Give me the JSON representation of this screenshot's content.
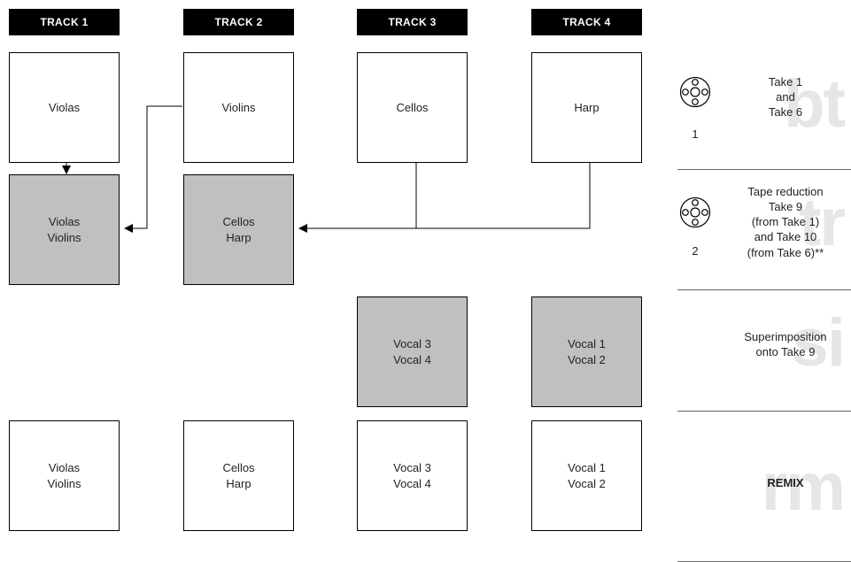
{
  "tracks": [
    "TRACK 1",
    "TRACK 2",
    "TRACK 3",
    "TRACK 4"
  ],
  "rows": [
    [
      {
        "text": "Violas",
        "shade": "white"
      },
      {
        "text": "Violins",
        "shade": "white"
      },
      {
        "text": "Cellos",
        "shade": "white"
      },
      {
        "text": "Harp",
        "shade": "white"
      }
    ],
    [
      {
        "text": "Violas\nViolins",
        "shade": "grey"
      },
      {
        "text": "Cellos\nHarp",
        "shade": "grey"
      },
      null,
      null
    ],
    [
      null,
      null,
      {
        "text": "Vocal 3\nVocal 4",
        "shade": "grey"
      },
      {
        "text": "Vocal 1\nVocal 2",
        "shade": "grey"
      }
    ],
    [
      {
        "text": "Violas\nViolins",
        "shade": "white"
      },
      {
        "text": "Cellos\nHarp",
        "shade": "white"
      },
      {
        "text": "Vocal 3\nVocal 4",
        "shade": "white"
      },
      {
        "text": "Vocal 1\nVocal 2",
        "shade": "white"
      }
    ]
  ],
  "stages": [
    {
      "abbr": "bt",
      "reel_number": "1",
      "text": "Take 1\nand\nTake 6",
      "bold": false,
      "icon": "tape-reel-icon"
    },
    {
      "abbr": "tr",
      "reel_number": "2",
      "text": "Tape reduction\nTake 9\n(from Take 1)\nand Take 10\n(from Take 6)**",
      "bold": false,
      "icon": "tape-reel-icon"
    },
    {
      "abbr": "si",
      "reel_number": "",
      "text": "Superimposition\nonto Take 9",
      "bold": false,
      "icon": ""
    },
    {
      "abbr": "rm",
      "reel_number": "",
      "text": "REMIX",
      "bold": true,
      "icon": ""
    }
  ],
  "colors": {
    "header_bg": "#000000",
    "grey_box": "#c0c0c0",
    "watermark": "#e6e6e6"
  }
}
